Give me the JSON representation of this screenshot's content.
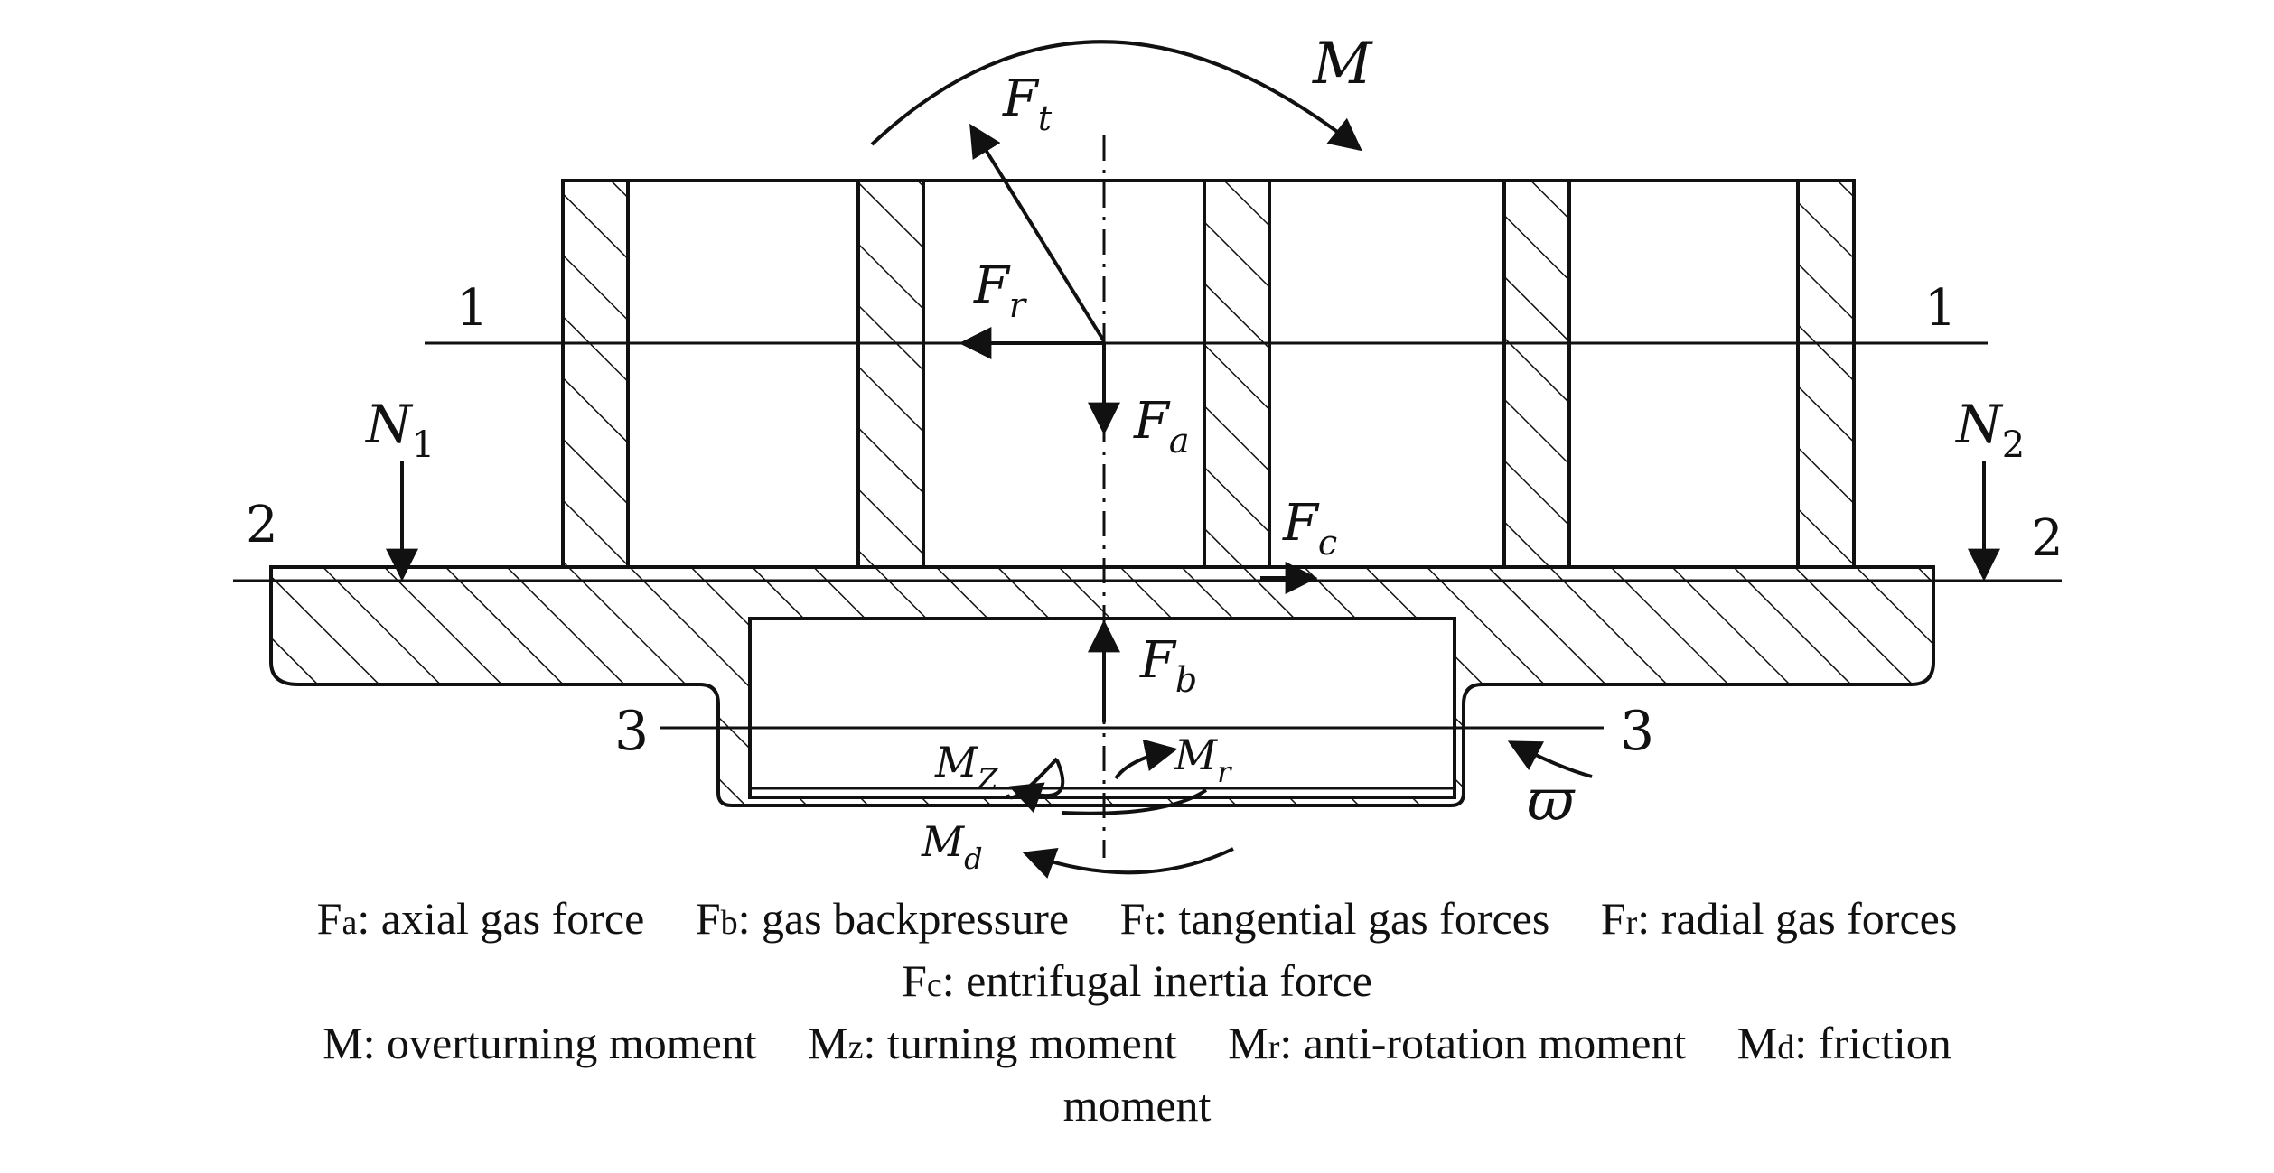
{
  "diagram": {
    "labels": {
      "M": "M",
      "Ft": {
        "main": "F",
        "sub": "t"
      },
      "Fr": {
        "main": "F",
        "sub": "r"
      },
      "Fa": {
        "main": "F",
        "sub": "a"
      },
      "Fc": {
        "main": "F",
        "sub": "c"
      },
      "Fb": {
        "main": "F",
        "sub": "b"
      },
      "N1": {
        "main": "N",
        "sub": "1"
      },
      "N2": {
        "main": "N",
        "sub": "2"
      },
      "Mz": {
        "main": "M",
        "sub": "Z"
      },
      "Mr": {
        "main": "M",
        "sub": "r"
      },
      "Md": {
        "main": "M",
        "sub": "d"
      },
      "omega": "ϖ"
    },
    "section_marks": {
      "line1_left": "1",
      "line1_right": "1",
      "line2_left": "2",
      "line2_right": "2",
      "line3_left": "3",
      "line3_right": "3"
    }
  },
  "legend": {
    "line1": [
      {
        "sym": "F",
        "sub": "a",
        "text": ": axial gas force"
      },
      {
        "sym": "F",
        "sub": "b",
        "text": ": gas backpressure"
      },
      {
        "sym": "F",
        "sub": "t",
        "text": ": tangential gas forces"
      },
      {
        "sym": "F",
        "sub": "r",
        "text": ": radial gas forces"
      }
    ],
    "line2": [
      {
        "sym": "F",
        "sub": "c",
        "text": ": entrifugal inertia force"
      }
    ],
    "line3": [
      {
        "sym": "M",
        "sub": "",
        "text": ": overturning moment"
      },
      {
        "sym": "M",
        "sub": "z",
        "text": ": turning moment"
      },
      {
        "sym": "M",
        "sub": "r",
        "text": ": anti-rotation moment"
      },
      {
        "sym": "M",
        "sub": "d",
        "text": ": friction"
      }
    ],
    "line4": [
      {
        "sym": "",
        "sub": "",
        "text": "moment"
      }
    ]
  }
}
